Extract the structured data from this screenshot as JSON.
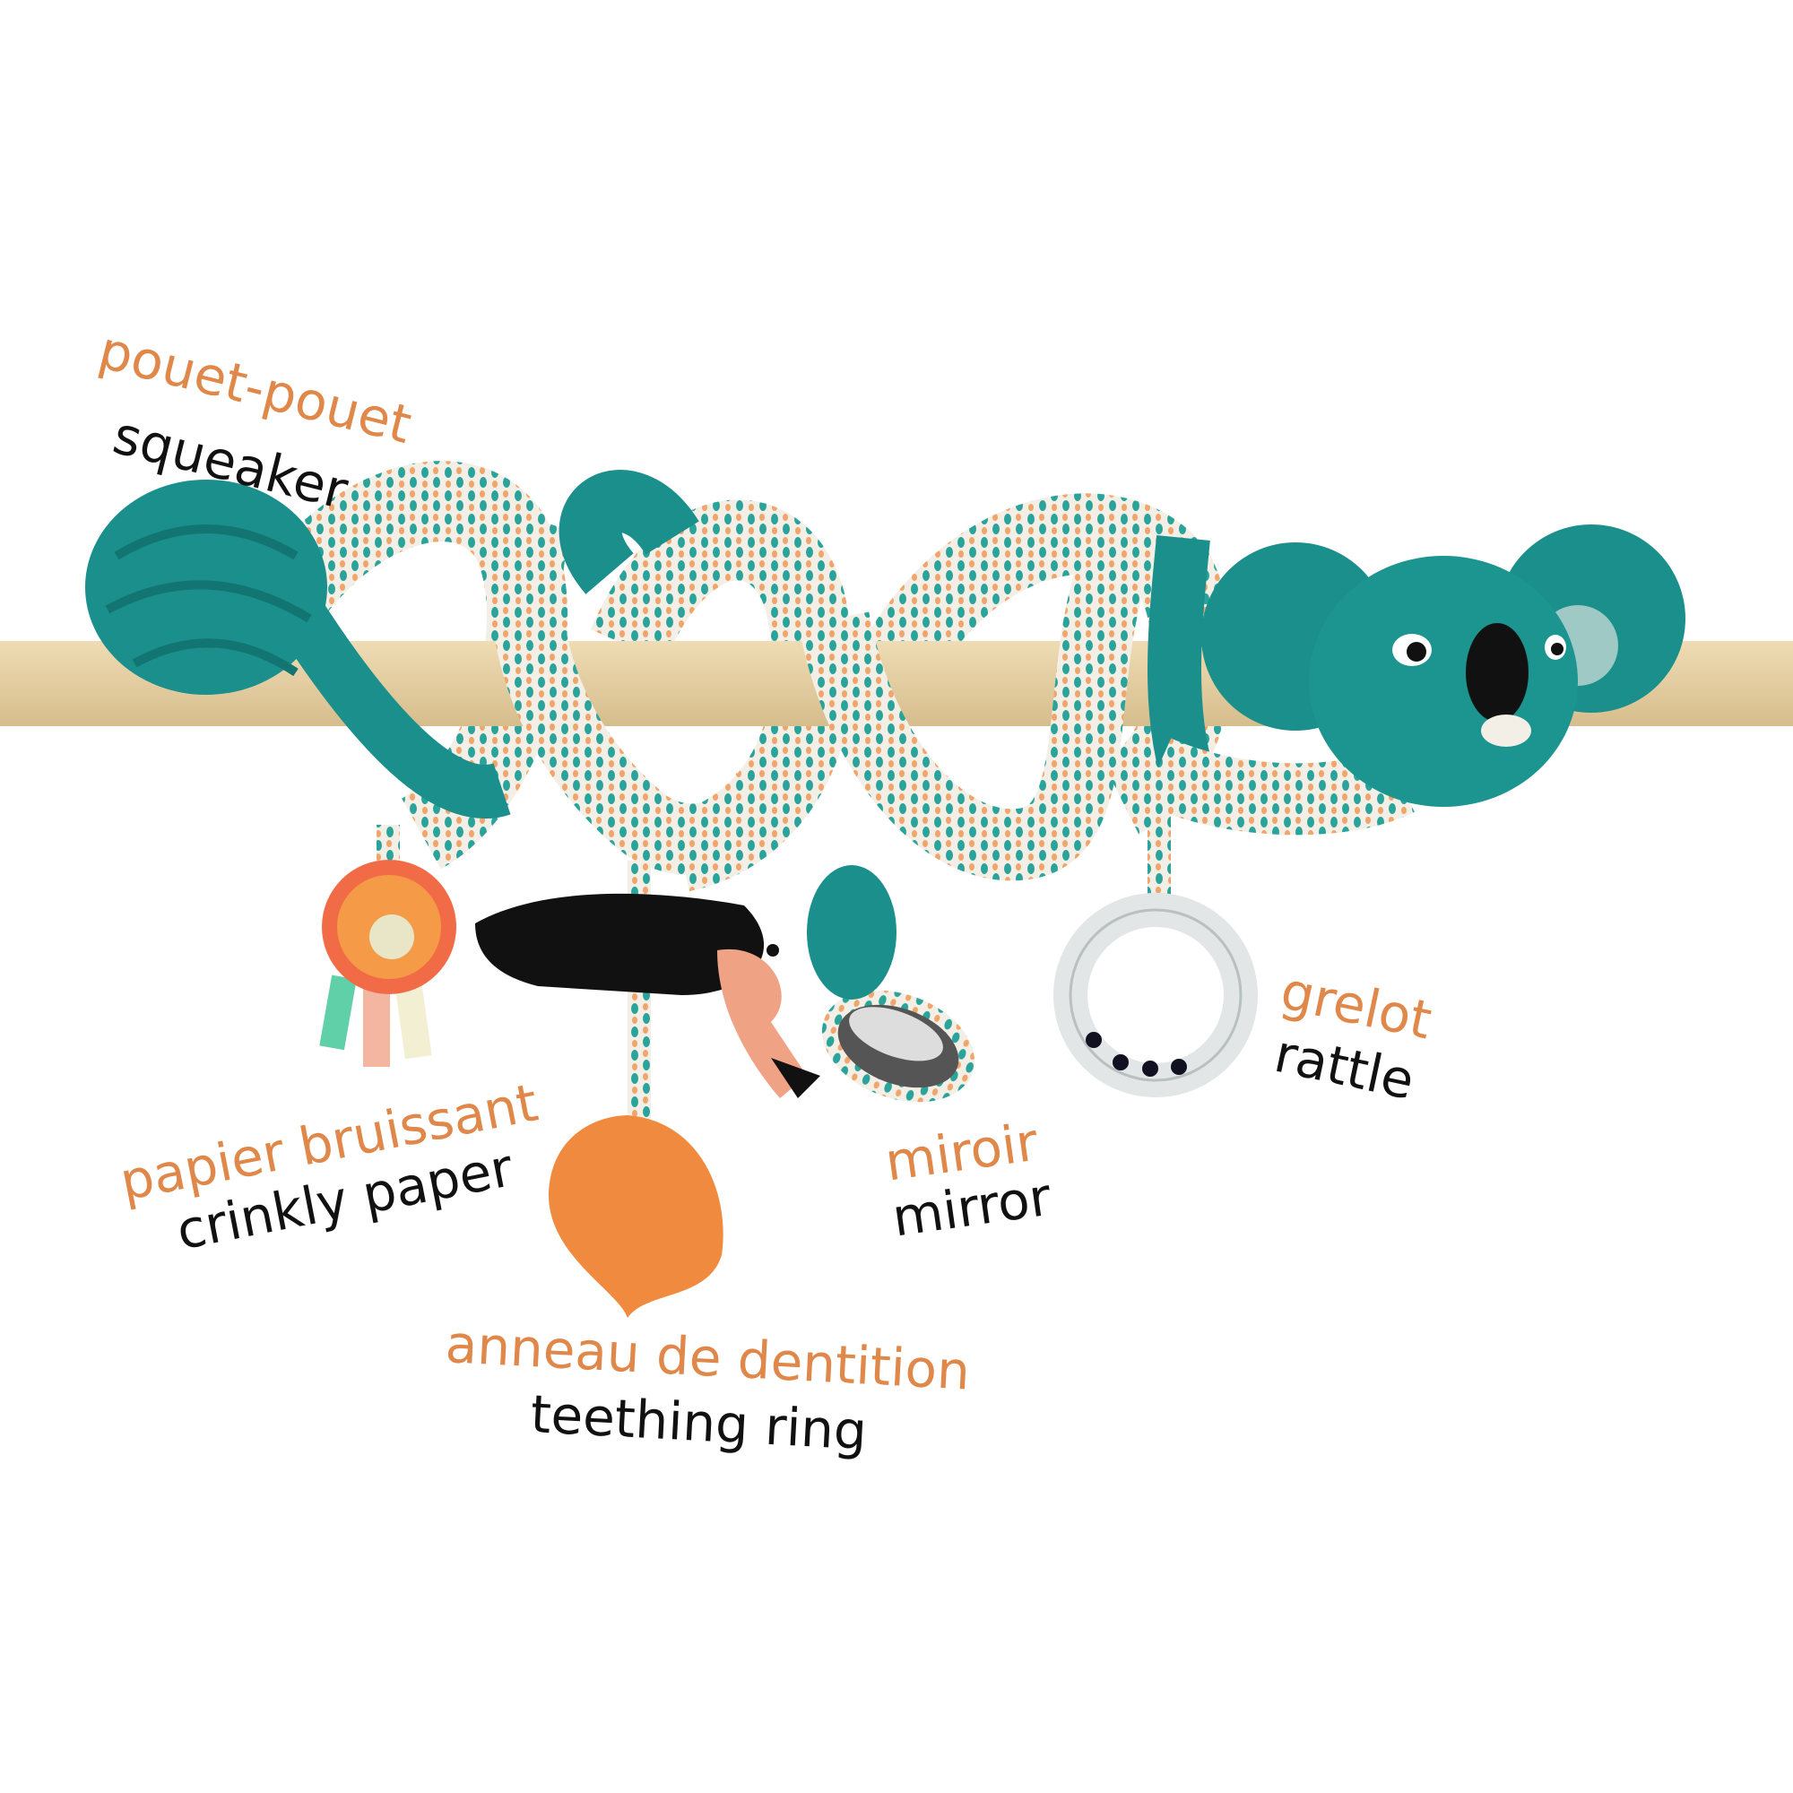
{
  "labels": {
    "squeaker": {
      "fr": "pouet-pouet",
      "en": "squeaker"
    },
    "crinkly_paper": {
      "fr": "papier bruissant",
      "en": "crinkly paper"
    },
    "teething_ring": {
      "fr": "anneau de dentition",
      "en": "teething ring"
    },
    "mirror": {
      "fr": "miroir",
      "en": "mirror"
    },
    "rattle": {
      "fr": "grelot",
      "en": "rattle"
    }
  },
  "colors": {
    "french_label": "#e0874a",
    "english_label": "#111111",
    "teal": "#1a8f8c",
    "wood": "#e4cfa4",
    "orange": "#f08a3e"
  }
}
